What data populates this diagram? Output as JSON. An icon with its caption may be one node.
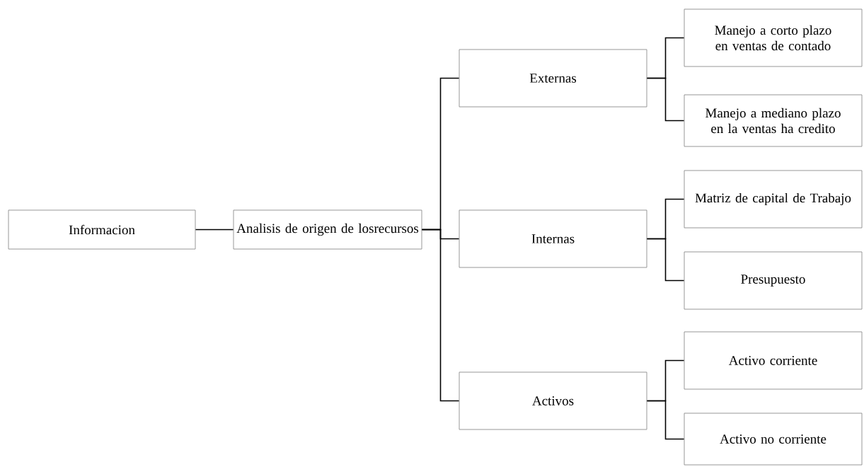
{
  "diagram": {
    "nodes": [
      {
        "text": [
          "Informacion"
        ]
      },
      {
        "text": [
          "Analisis de origen de losrecursos"
        ]
      },
      {
        "text": [
          "Externas"
        ]
      },
      {
        "text": [
          "Internas"
        ]
      },
      {
        "text": [
          "Activos"
        ]
      },
      {
        "text": [
          "Manejo a corto plazo en ventas de contado"
        ]
      },
      {
        "text": [
          "Manejo a mediano plazo en la ventas ha credito"
        ]
      },
      {
        "text": [
          "Matriz de capital de Trabajo"
        ]
      },
      {
        "text": [
          "Presupuesto"
        ]
      },
      {
        "text": [
          "Activo corriente"
        ]
      },
      {
        "text": [
          "Activo no corriente"
        ]
      }
    ],
    "edges": [
      {
        "from": 0,
        "to": 1,
        "arrow": "none"
      },
      {
        "from": 1,
        "to": 2,
        "arrow": "none"
      },
      {
        "from": 1,
        "to": 3,
        "arrow": "none"
      },
      {
        "from": 1,
        "to": 4,
        "arrow": "none"
      },
      {
        "from": 2,
        "to": 5,
        "arrow": "none"
      },
      {
        "from": 2,
        "to": 6,
        "arrow": "none"
      },
      {
        "from": 3,
        "to": 7,
        "arrow": "none"
      },
      {
        "from": 3,
        "to": 8,
        "arrow": "none"
      },
      {
        "from": 4,
        "to": 9,
        "arrow": "none"
      },
      {
        "from": 4,
        "to": 10,
        "arrow": "none"
      }
    ]
  }
}
